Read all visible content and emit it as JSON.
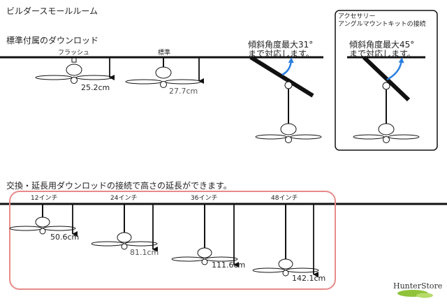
{
  "title": "ビルダースモールルーム",
  "standard": {
    "heading": "標準付属のダウンロッド",
    "flush_label": "フラッシュ",
    "flush_drop": "25.2cm",
    "std_label": "標準",
    "std_drop": "27.7cm"
  },
  "slope": {
    "angle_text": "傾斜角度最大31°",
    "support_text": "まで対応します。"
  },
  "accessory": {
    "line1": "アクセサリー",
    "line2": "アングルマウントキットの接続",
    "angle_text": "傾斜角度最大45°",
    "support_text": "まで対応します。"
  },
  "extension": {
    "heading": "交換・延長用ダウンロッドの接続で高さの延長ができます。",
    "items": [
      {
        "rod": "12インチ",
        "drop": "50.6cm"
      },
      {
        "rod": "24インチ",
        "drop": "81.1cm"
      },
      {
        "rod": "36インチ",
        "drop": "111.6cm"
      },
      {
        "rod": "48インチ",
        "drop": "142.1cm"
      }
    ]
  },
  "brand": "HunterStore",
  "colors": {
    "line": "#111111",
    "arrow_blue": "#2a7fe0",
    "frame_red": "#e88a8a",
    "leaf_green": "#8fc33a"
  }
}
